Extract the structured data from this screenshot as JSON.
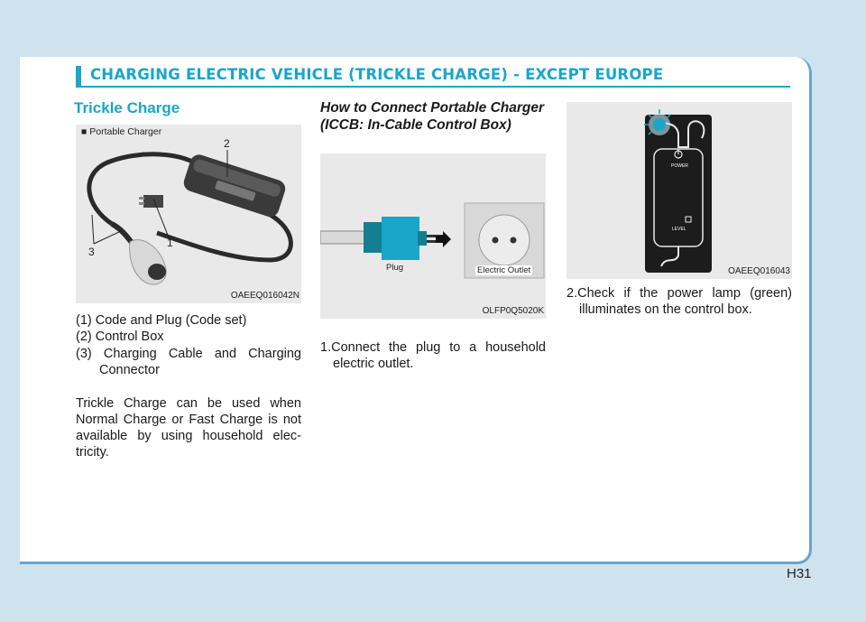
{
  "header": {
    "title": "CHARGING ELECTRIC VEHICLE (TRICKLE CHARGE) - EXCEPT EUROPE"
  },
  "left": {
    "title": "Trickle Charge",
    "figure": {
      "caption": "■ Portable Charger",
      "code": "OAEEQ016042N",
      "callouts": [
        "2",
        "1",
        "3"
      ]
    },
    "list": [
      "(1) Code and Plug (Code set)",
      "(2) Control Box",
      "(3) Charging Cable and Charging Connector"
    ],
    "paragraph": "Trickle Charge can be used when Normal Charge or Fast Charge is not available by using household elec-tricity."
  },
  "middle": {
    "title": "How to Connect Portable Charger (ICCB: In-Cable Control Box)",
    "figure": {
      "plug_label": "Plug",
      "outlet_label": "Electric Outlet",
      "code": "OLFP0Q5020K"
    },
    "step": "1.Connect the plug to a household electric outlet."
  },
  "right": {
    "figure": {
      "power_label": "POWER",
      "level_label": "LEVEL",
      "code": "OAEEQ016043"
    },
    "step": "2.Check if the power lamp (green) illuminates on the control box."
  },
  "footer": {
    "page_number": "H31"
  },
  "colors": {
    "accent": "#1aa6c9",
    "plug": "#1592a8",
    "background": "#cfe3ef"
  }
}
